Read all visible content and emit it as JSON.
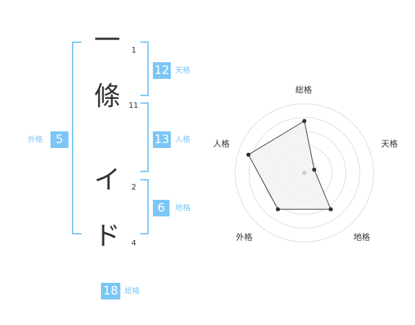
{
  "accent": "#7cc6f5",
  "characters": [
    {
      "char": "一",
      "strokes": "1"
    },
    {
      "char": "條",
      "strokes": "11"
    },
    {
      "char": "イ",
      "strokes": "2"
    },
    {
      "char": "ド",
      "strokes": "4"
    }
  ],
  "fortune": {
    "tenkaku": {
      "value": "12",
      "label": "天格"
    },
    "jinkaku": {
      "value": "13",
      "label": "人格"
    },
    "chikaku": {
      "value": "6",
      "label": "地格"
    },
    "gaikaku": {
      "value": "5",
      "label": "外格"
    },
    "soukaku": {
      "value": "18",
      "label": "総格"
    }
  },
  "chart_data": {
    "type": "radar",
    "axes": [
      "総格",
      "天格",
      "地格",
      "外格",
      "人格"
    ],
    "values": [
      0.75,
      0.15,
      0.65,
      0.65,
      0.85
    ],
    "range": [
      0,
      1
    ],
    "rings": 5,
    "fill": "#f2f2f2",
    "line": "#333333",
    "ring_color": "#dddddd"
  }
}
